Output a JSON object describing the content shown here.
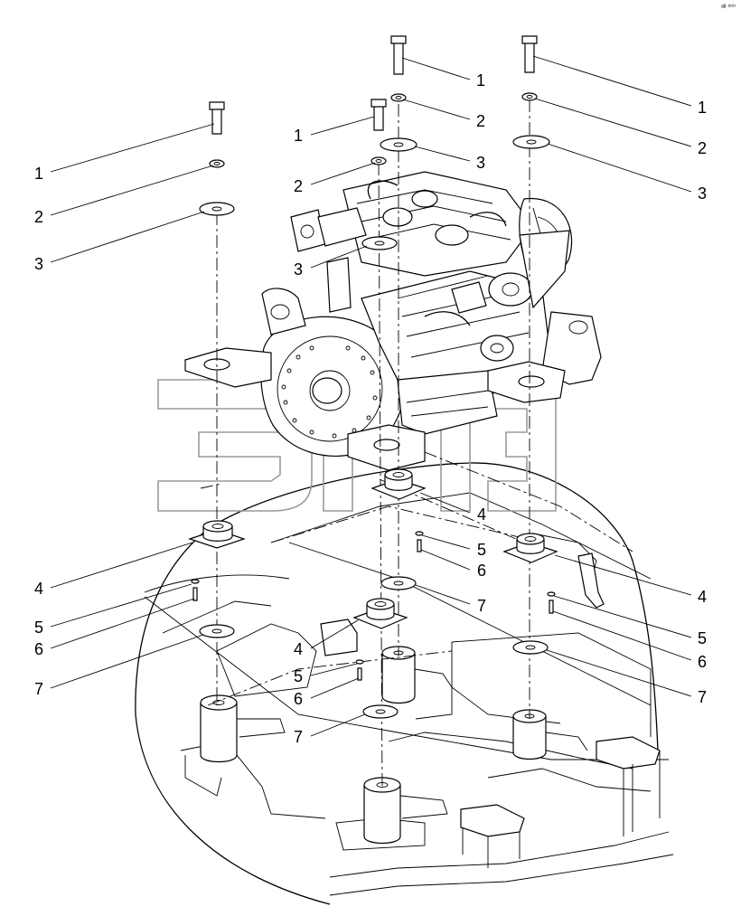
{
  "figure": {
    "watermark_text": "ЭПЛ",
    "corner_mark": "ᵃᴮ ⁰⁰⁰",
    "part_numbers": [
      "1",
      "2",
      "3",
      "4",
      "5",
      "6",
      "7"
    ]
  },
  "callouts": [
    {
      "id": "c1a",
      "text": "1"
    },
    {
      "id": "c2a",
      "text": "2"
    },
    {
      "id": "c3a",
      "text": "3"
    },
    {
      "id": "c1b",
      "text": "1"
    },
    {
      "id": "c2b",
      "text": "2"
    },
    {
      "id": "c3b",
      "text": "3"
    },
    {
      "id": "c1c",
      "text": "1"
    },
    {
      "id": "c2c",
      "text": "2"
    },
    {
      "id": "c3c",
      "text": "3"
    },
    {
      "id": "c1d",
      "text": "1"
    },
    {
      "id": "c2d",
      "text": "2"
    },
    {
      "id": "c3d",
      "text": "3"
    },
    {
      "id": "c4a",
      "text": "4"
    },
    {
      "id": "c5a",
      "text": "5"
    },
    {
      "id": "c6a",
      "text": "6"
    },
    {
      "id": "c7a",
      "text": "7"
    },
    {
      "id": "c4b",
      "text": "4"
    },
    {
      "id": "c5b",
      "text": "5"
    },
    {
      "id": "c6b",
      "text": "6"
    },
    {
      "id": "c7b",
      "text": "7"
    },
    {
      "id": "c4c",
      "text": "4"
    },
    {
      "id": "c5c",
      "text": "5"
    },
    {
      "id": "c6c",
      "text": "6"
    },
    {
      "id": "c7c",
      "text": "7"
    },
    {
      "id": "c4d",
      "text": "4"
    },
    {
      "id": "c5d",
      "text": "5"
    },
    {
      "id": "c6d",
      "text": "6"
    },
    {
      "id": "c7d",
      "text": "7"
    }
  ]
}
